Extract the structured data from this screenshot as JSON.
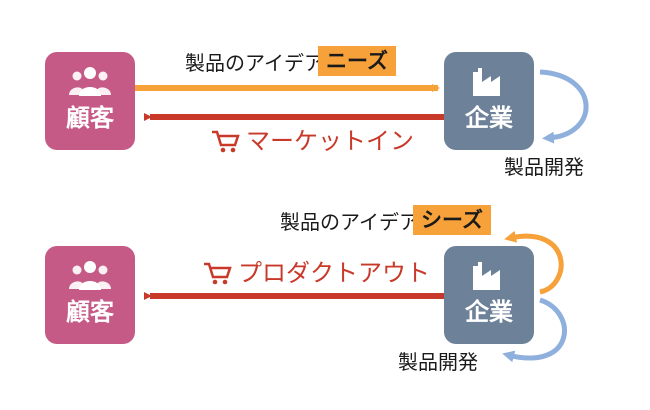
{
  "top": {
    "customer_label": "顧客",
    "company_label": "企業",
    "idea_text": "製品のアイデア",
    "idea_tag": "ニーズ",
    "strategy_text": "マーケットイン",
    "product_dev": "製品開発"
  },
  "bottom": {
    "customer_label": "顧客",
    "company_label": "企業",
    "idea_text": "製品のアイデア",
    "idea_tag": "シーズ",
    "strategy_text": "プロダクトアウト",
    "product_dev": "製品開発"
  },
  "colors": {
    "customer": "#c65a86",
    "company": "#6d8199",
    "orange": "#f6a13a",
    "red": "#c9392a",
    "blue": "#8fb0dd"
  },
  "icons": {
    "customer": "people-icon",
    "company": "factory-icon",
    "strategy": "shopping-cart-icon"
  }
}
